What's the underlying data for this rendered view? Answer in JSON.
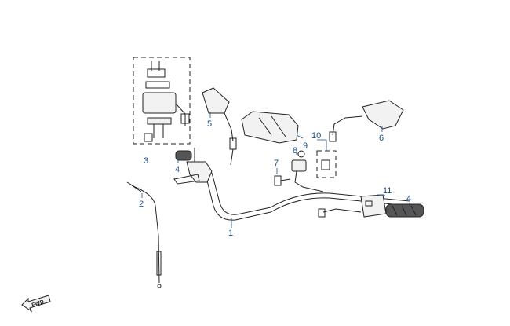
{
  "callouts": {
    "c1": "1",
    "c2": "2",
    "c3": "3",
    "c4a": "4",
    "c4b": "4",
    "c5": "5",
    "c6": "6",
    "c7": "7",
    "c8": "8",
    "c9": "9",
    "c10": "10",
    "c11": "11"
  },
  "fwd_label": "FWD",
  "colors": {
    "callout": "#1a4f8b",
    "line": "#222222",
    "background": "#ffffff"
  }
}
